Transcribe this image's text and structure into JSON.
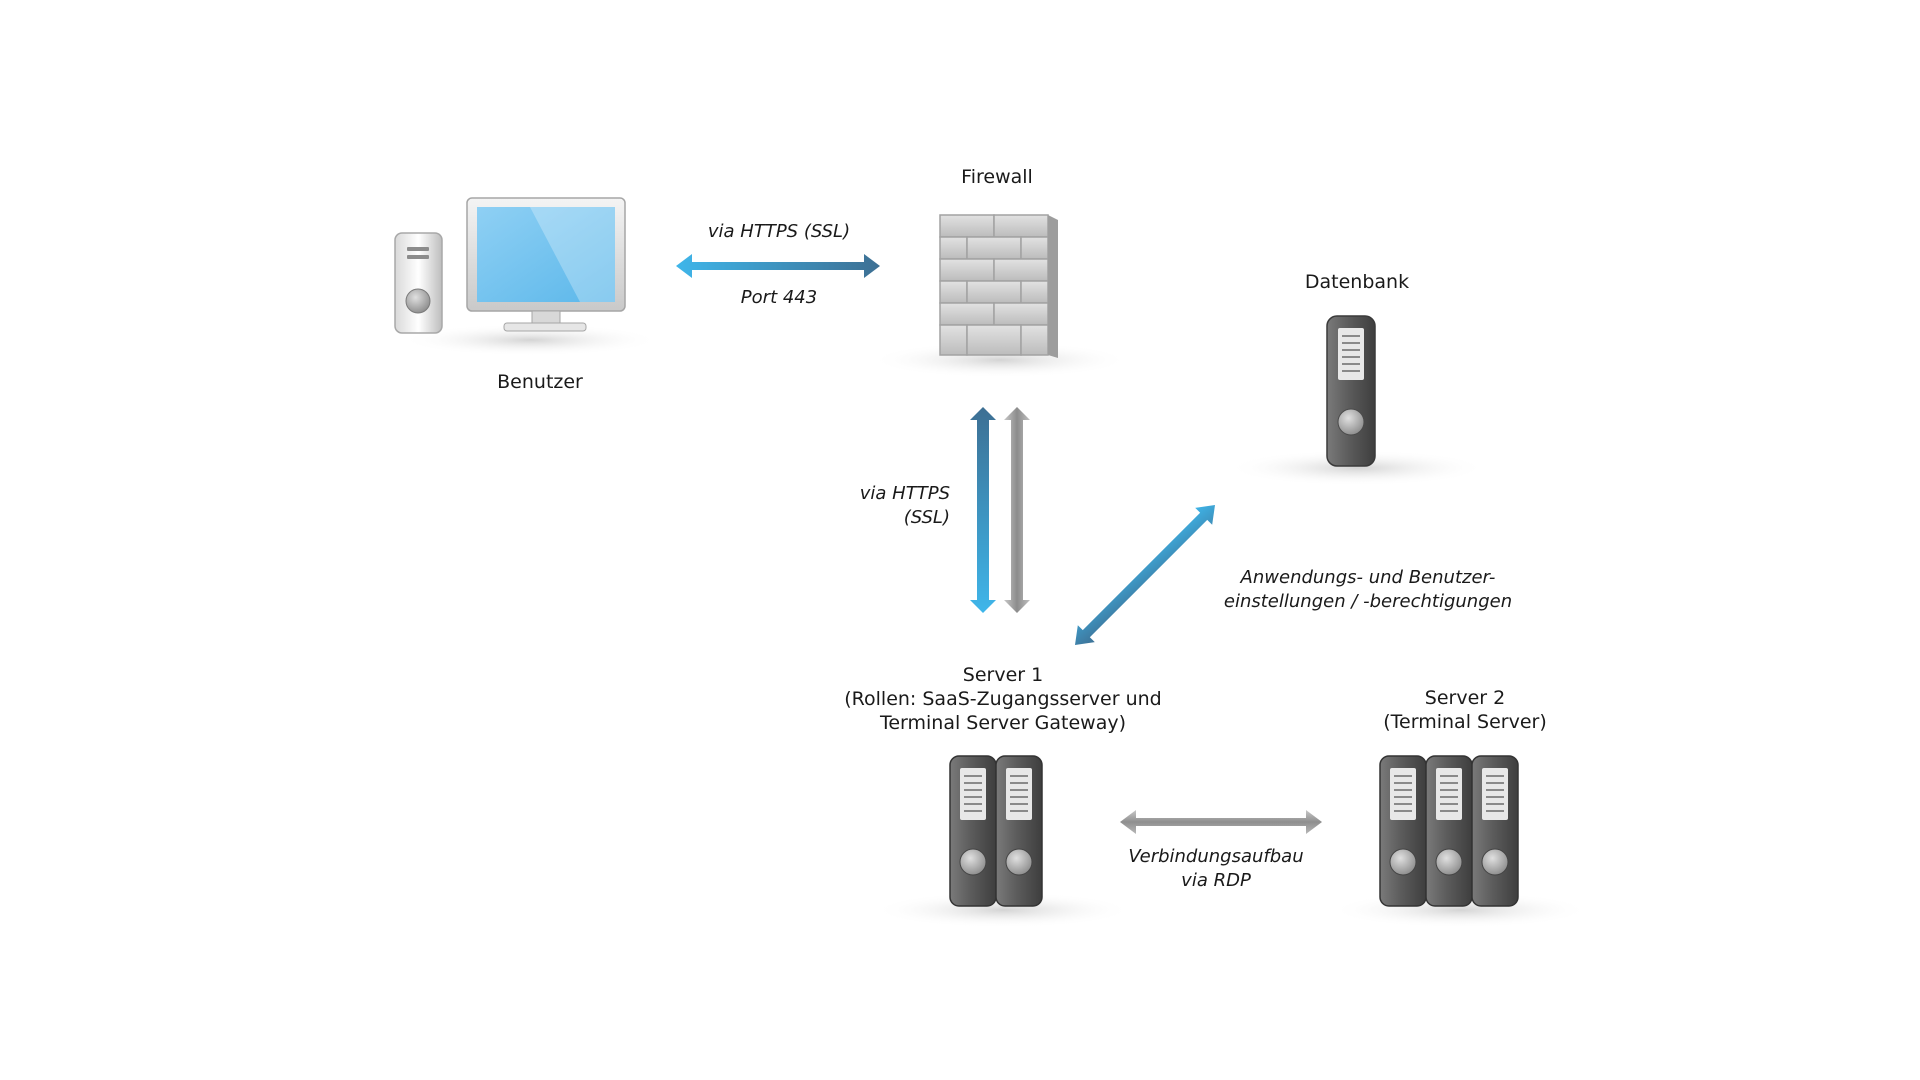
{
  "nodes": {
    "user": {
      "label": "Benutzer",
      "icon": "desktop-computer-icon"
    },
    "firewall": {
      "label": "Firewall",
      "icon": "brick-wall-icon"
    },
    "database": {
      "label": "Datenbank",
      "icon": "database-server-icon"
    },
    "server1": {
      "label_lines": [
        "Server 1",
        "(Rollen: SaaS-Zugangsserver und",
        "Terminal Server Gateway)"
      ],
      "icon": "server-rack-icon"
    },
    "server2": {
      "label_lines": [
        "Server 2",
        "(Terminal Server)"
      ],
      "icon": "server-rack-icon"
    }
  },
  "connections": {
    "user_firewall": {
      "top": "via HTTPS (SSL)",
      "bottom": "Port 443"
    },
    "firewall_server1": {
      "lines": [
        "via HTTPS",
        "(SSL)"
      ]
    },
    "server1_database": {
      "lines": [
        "Anwendungs- und Benutzer-",
        "einstellungen / -berechtigungen"
      ]
    },
    "server1_server2": {
      "lines": [
        "Verbindungsaufbau",
        "via RDP"
      ]
    }
  },
  "colors": {
    "blue": "#3fb6ea",
    "steel": "#3d6f93",
    "gray": "#9a9a9a",
    "server": "#5a5a5a"
  }
}
